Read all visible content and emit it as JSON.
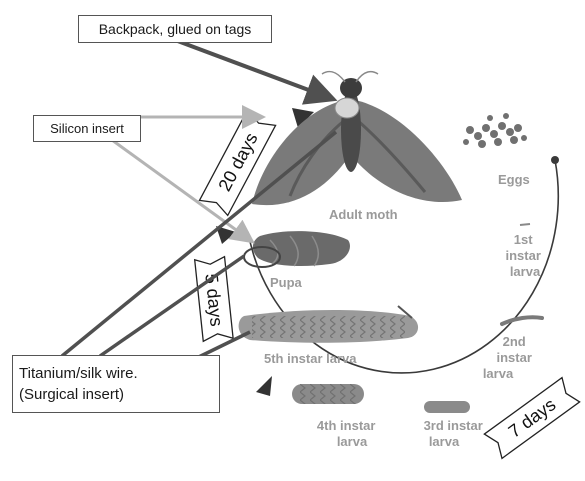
{
  "callouts": {
    "backpack": "Backpack, glued on tags",
    "silicon": "Silicon insert",
    "wire_line1": "Titanium/silk wire.",
    "wire_line2": "(Surgical insert)"
  },
  "stages": {
    "eggs": "Eggs",
    "adult_moth": "Adult moth",
    "pupa": "Pupa",
    "fifth_instar": "5th instar larva",
    "first_instar": [
      "1st",
      "instar",
      "larva"
    ],
    "second_instar": [
      "2nd",
      "instar",
      "larva"
    ],
    "third_instar": [
      "3rd instar",
      "larva"
    ],
    "fourth_instar": [
      "4th instar",
      "larva"
    ]
  },
  "durations": {
    "moth": "20 days",
    "pupa": "5 days",
    "larva": "7 days"
  },
  "colors": {
    "stage_label": "#9a9a9a",
    "dark_arrow": "#505050",
    "light_arrow": "#b4b4b4",
    "cycle_line": "#3a3a3a"
  }
}
